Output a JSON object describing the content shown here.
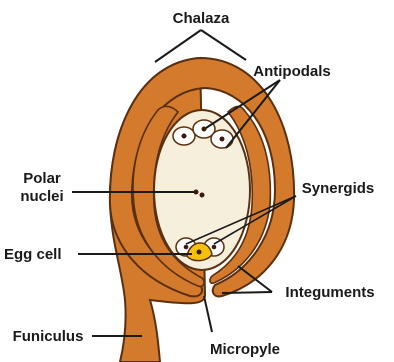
{
  "diagram": {
    "labels": {
      "chalaza": "Chalaza",
      "antipodals": "Antipodals",
      "polar_nuclei_line1": "Polar",
      "polar_nuclei_line2": "nuclei",
      "synergids": "Synergids",
      "egg_cell": "Egg cell",
      "integuments": "Integuments",
      "funiculus": "Funiculus",
      "micropyle": "Micropyle"
    },
    "colors": {
      "integument_fill": "#d47a2c",
      "integument_outline": "#5a3010",
      "embryo_sac_fill": "#f6efdc",
      "cell_fill": "#ffffff",
      "egg_cell_fill": "#f4c20d",
      "nucleus_fill": "#3a1a10",
      "background": "#ffffff"
    }
  }
}
